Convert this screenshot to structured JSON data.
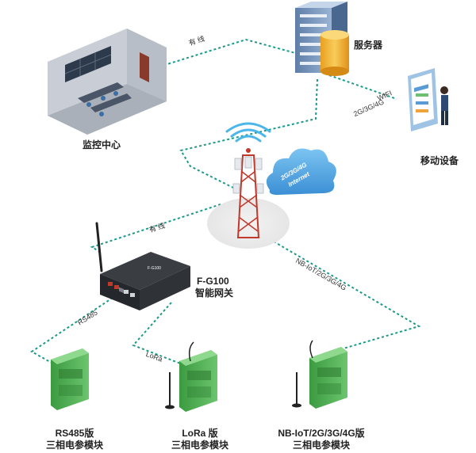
{
  "nodes": {
    "monitor_center": "监控中心",
    "server": "服务器",
    "mobile": "移动设备",
    "gateway_model": "F-G100",
    "gateway_name": "智能网关",
    "module_rs485_line1": "RS485版",
    "module_rs485_line2": "三相电参模块",
    "module_lora_line1": "LoRa 版",
    "module_lora_line2": "三相电参模块",
    "module_nbiot_line1": "NB-IoT/2G/3G/4G版",
    "module_nbiot_line2": "三相电参模块"
  },
  "links": {
    "wired_top": "有 线",
    "wifi": "WIFI",
    "cellular": "2G/3G/4G",
    "wired_gateway": "有 线",
    "nbiot": "NB-IoT/2G/3G/4G",
    "rs485": "RS485",
    "lora": "LoRa"
  },
  "cloud": {
    "line1": "2G/3G/4G",
    "line2": "Internet"
  },
  "colors": {
    "link": "#1a9a8a",
    "module_green": "#4caf50",
    "cloud": "#4aa3e0"
  }
}
